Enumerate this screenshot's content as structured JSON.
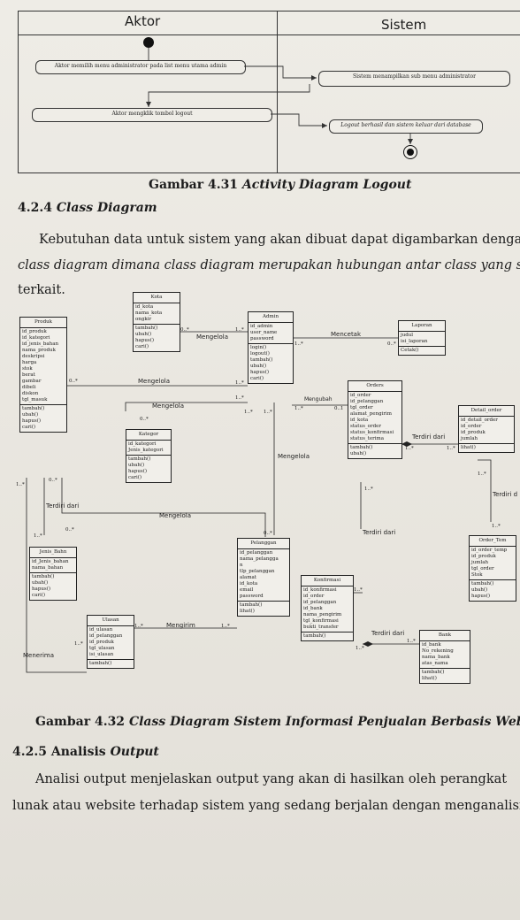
{
  "activity": {
    "lane_actor": "Aktor",
    "lane_system": "Sistem",
    "a1": "Aktor memilih menu administrator pada list menu utama admin",
    "s1": "Sistem menampilkan sub menu administrator",
    "a2": "Aktor mengklik tombol logout",
    "s2": "Logout berhasil dan sistem keluar dari database"
  },
  "caption_431_num": "Gambar 4.31",
  "caption_431_title": "Activity Diagram Logout",
  "heading_424_num": "4.2.4",
  "heading_424_title": "Class Diagram",
  "para1": {
    "l1": "Kebutuhan data untuk sistem yang akan dibuat dapat digambarkan dengan",
    "l2": "class diagram dimana class diagram merupakan hubungan antar class yang saling",
    "l3": "terkait."
  },
  "classes": {
    "produk": {
      "name": "Produk",
      "attrs": [
        "id_produk",
        "id_kategori",
        "id_jenis_bahan",
        "nama_produk",
        "deskripsi",
        "harga",
        "stok",
        "berat",
        "gambar",
        "dibeli",
        "diskon",
        "tgl_masuk"
      ],
      "ops": [
        "tambah()",
        "ubah()",
        "hapus()",
        "cari()"
      ]
    },
    "kota": {
      "name": "Kota",
      "attrs": [
        "id_kota",
        "nama_kota",
        "ongkir"
      ],
      "ops": [
        "tambah()",
        "ubah()",
        "hapus()",
        "cari()"
      ]
    },
    "admin": {
      "name": "Admin",
      "attrs": [
        "id_admin",
        "user_name",
        "password"
      ],
      "ops": [
        "login()",
        "logout()",
        "tambah()",
        "ubah()",
        "hapus()",
        "cari()"
      ]
    },
    "laporan": {
      "name": "Laporan",
      "attrs": [
        "judul",
        "isi_laporan"
      ],
      "ops": [
        "Cetak()"
      ]
    },
    "orders": {
      "name": "Orders",
      "attrs": [
        "id_order",
        "id_pelanggan",
        "tgl_order",
        "alamat_pengirim",
        "id_kota",
        "status_order",
        "status_konfirmasi",
        "status_terima"
      ],
      "ops": [
        "tambah()",
        "ubah()"
      ]
    },
    "detail_order": {
      "name": "Detail_order",
      "attrs": [
        "id_detail_order",
        "id_order",
        "id_produk",
        "jumlah"
      ],
      "ops": [
        "lihat()"
      ]
    },
    "kategori": {
      "name": "Kategor",
      "attrs": [
        "id_kategori",
        "Jenis_kategori"
      ],
      "ops": [
        "tambah()",
        "ubah()",
        "hapus()",
        "cari()"
      ]
    },
    "jenis_bahan": {
      "name": "Jenis_Bahn",
      "attrs": [
        "id_Jenis_bahan",
        "nama_bahan"
      ],
      "ops": [
        "tambah()",
        "ubah()",
        "hapus()",
        "cari()"
      ]
    },
    "pelanggan": {
      "name": "Pelanggan",
      "attrs": [
        "id_pelanggan",
        "nama_pelangga",
        "n",
        "tlp_pelanggan",
        "alamat",
        "id_kota",
        "email",
        "password"
      ],
      "ops": [
        "tambah()",
        "lihat()"
      ]
    },
    "konfirmasi": {
      "name": "Konfirmasi",
      "attrs": [
        "id_konfirmasi",
        "id_order",
        "id_pelanggan",
        "id_bank",
        "nama_pengirim",
        "tgl_konfirmasi",
        "bukti_transfer"
      ],
      "ops": [
        "tambah()"
      ]
    },
    "order_temp": {
      "name": "Order_Tem",
      "attrs": [
        "id_order_temp",
        "id_produk",
        "jumlah",
        "tgl_order",
        "Stok"
      ],
      "ops": [
        "tambah()",
        "ubah()",
        "hapus()"
      ]
    },
    "ulasan": {
      "name": "Ulasan",
      "attrs": [
        "id_ulasan",
        "id_pelanggan",
        "id_produk",
        "tgl_ulasan",
        "isi_ulasan"
      ],
      "ops": [
        "tambah()"
      ]
    },
    "bank": {
      "name": "Bank",
      "attrs": [
        "id_bank",
        "No_rekening",
        "nama_bank",
        "atas_nama"
      ],
      "ops": [
        "tambah()",
        "lihat()"
      ]
    }
  },
  "relations": {
    "mengelola": "Mengelola",
    "mencetak": "Mencetak",
    "mengubah": "Mengubah",
    "terdiri_dari": "Terdiri dari",
    "terdiri_d": "Terdiri d",
    "mengirim": "Mengirim",
    "menerima": "Menerima"
  },
  "multiplicity": {
    "zero_many": "0..*",
    "one_many": "1..*",
    "zero_one": "0..1"
  },
  "caption_432_num": "Gambar 4.32",
  "caption_432_title": "Class Diagram Sistem Informasi Penjualan Berbasis Web",
  "heading_425_num": "4.2.5",
  "heading_425_title_a": "Analisis",
  "heading_425_title_b": "Output",
  "para2": {
    "l1": "Analisi output menjelaskan output yang akan di hasilkan oleh perangkat",
    "l2": "lunak atau website terhadap sistem yang sedang berjalan dengan menganalisis"
  }
}
